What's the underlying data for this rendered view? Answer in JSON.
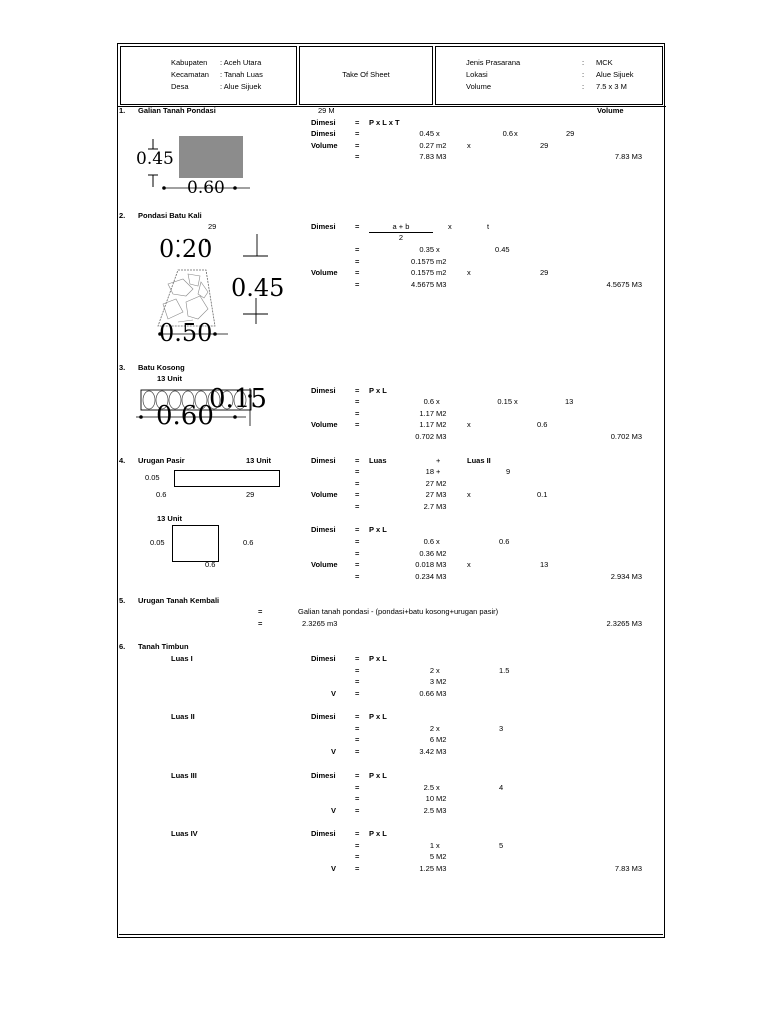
{
  "header": {
    "kabupaten_label": "Kabupaten",
    "kabupaten_value": ": Aceh Utara",
    "kecamatan_label": "Kecamatan",
    "kecamatan_value": ": Tanah Luas",
    "desa_label": "Desa",
    "desa_value": ": Alue Sijuek",
    "title": "Take Of Sheet",
    "jenis_label": "Jenis Prasarana",
    "jenis_sep": ":",
    "jenis_value": "MCK",
    "lokasi_label": "Lokasi",
    "lokasi_sep": ":",
    "lokasi_value": "Alue Sijuek",
    "volume_label": "Volume",
    "volume_sep": ":",
    "volume_value": "7.5 x 3 M"
  },
  "s1": {
    "num": "1.",
    "title": "Galian Tanah Pondasi",
    "length": "29 M",
    "volume_head": "Volume",
    "r1_label": "Dimesi",
    "r1_eq": "=",
    "r1_formula": "P x L x T",
    "r2_label": "Dimesi",
    "r2_eq": "=",
    "r2_a": "0.45",
    "r2_op": "x",
    "r2_b": "0.6",
    "r2_op2": "x",
    "r2_c": "29",
    "r3_label": "Volume",
    "r3_eq": "=",
    "r3_a": "0.27",
    "r3_unit": "m2",
    "r3_op": "x",
    "r3_b": "29",
    "r4_eq": "=",
    "r4_a": "7.83",
    "r4_unit": "M3",
    "total": "7.83 M3",
    "dim_h": "0.45",
    "dim_w": "0.60"
  },
  "s2": {
    "num": "2.",
    "title": "Pondasi Batu Kali",
    "length": "29",
    "r1_label": "Dimesi",
    "r1_eq": "=",
    "r1_num": "a + b",
    "r1_den": "2",
    "r1_op": "x",
    "r1_t": "t",
    "r2_eq": "=",
    "r2_a": "0.35",
    "r2_op": "x",
    "r2_b": "0.45",
    "r3_eq": "=",
    "r3_a": "0.1575",
    "r3_unit": "m2",
    "r4_label": "Volume",
    "r4_eq": "=",
    "r4_a": "0.1575",
    "r4_unit": "m2",
    "r4_op": "x",
    "r4_b": "29",
    "r5_eq": "=",
    "r5_a": "4.5675",
    "r5_unit": "M3",
    "total": "4.5675 M3",
    "dim_top": "0.20",
    "dim_h": "0.45",
    "dim_bot": "0.50"
  },
  "s3": {
    "num": "3.",
    "title": "Batu Kosong",
    "units": "13 Unit",
    "r1_label": "Dimesi",
    "r1_eq": "=",
    "r1_formula": "P x L",
    "r2_eq": "=",
    "r2_a": "0.6",
    "r2_op": "x",
    "r2_b": "0.15",
    "r2_op2": "x",
    "r2_c": "13",
    "r3_eq": "=",
    "r3_a": "1.17",
    "r3_unit": "M2",
    "r4_label": "Volume",
    "r4_eq": "=",
    "r4_a": "1.17",
    "r4_unit": "M2",
    "r4_op": "x",
    "r4_b": "0.6",
    "r5_a": "0.702",
    "r5_unit": "M3",
    "total": "0.702 M3",
    "dim_h": "0.15",
    "dim_w": "0.60"
  },
  "s4": {
    "num": "4.",
    "title": "Urugan Pasir",
    "units": "13 Unit",
    "d1_h": "0.05",
    "d1_w": "0.6",
    "d1_len": "29",
    "r1_label": "Dimesi",
    "r1_eq": "=",
    "r1_a": "Luas",
    "r1_op": "+",
    "r1_b": "Luas II",
    "r2_eq": "=",
    "r2_a": "18",
    "r2_op": "+",
    "r2_b": "9",
    "r3_eq": "=",
    "r3_a": "27",
    "r3_unit": "M2",
    "r4_label": "Volume",
    "r4_eq": "=",
    "r4_a": "27",
    "r4_unit": "M3",
    "r4_op": "x",
    "r4_b": "0.1",
    "r5_eq": "=",
    "r5_a": "2.7",
    "r5_unit": "M3",
    "units2": "13 Unit",
    "d2_h": "0.05",
    "d2_right": "0.6",
    "d2_bot": "0.6",
    "r6_label": "Dimesi",
    "r6_eq": "=",
    "r6_formula": "P x L",
    "r7_eq": "=",
    "r7_a": "0.6",
    "r7_op": "x",
    "r7_b": "0.6",
    "r8_eq": "=",
    "r8_a": "0.36",
    "r8_unit": "M2",
    "r9_label": "Volume",
    "r9_eq": "=",
    "r9_a": "0.018",
    "r9_unit": "M3",
    "r9_op": "x",
    "r9_b": "13",
    "r10_eq": "=",
    "r10_a": "0.234",
    "r10_unit": "M3",
    "total": "2.934 M3"
  },
  "s5": {
    "num": "5.",
    "title": "Urugan Tanah Kembali",
    "eq1": "=",
    "formula": "Galian tanah pondasi - (pondasi+batu kosong+urugan pasir)",
    "eq2": "=",
    "value": "2.3265 m3",
    "total": "2.3265  M3"
  },
  "s6": {
    "num": "6.",
    "title": "Tanah Timbun",
    "blocks": [
      {
        "name": "Luas I",
        "label": "Dimesi",
        "formula": "P x L",
        "a": "2",
        "b": "1.5",
        "c": "3",
        "c_unit": "M2",
        "d": "0.66",
        "d_unit": "M3"
      },
      {
        "name": "Luas II",
        "label": "Dimesi",
        "formula": "P x L",
        "a": "2",
        "b": "3",
        "c": "6",
        "c_unit": "M2",
        "d": "3.42",
        "d_unit": "M3"
      },
      {
        "name": "Luas III",
        "label": "Dimesi",
        "formula": "P x L",
        "a": "2.5",
        "b": "4",
        "c": "10",
        "c_unit": "M2",
        "d": "2.5",
        "d_unit": "M3"
      },
      {
        "name": "Luas IV",
        "label": "Dimesi",
        "formula": "P x L",
        "a": "1",
        "b": "5",
        "c": "5",
        "c_unit": "M2",
        "d": "1.25",
        "d_unit": "M3"
      }
    ],
    "eq": "=",
    "x": "x",
    "v": "V",
    "total": "7.83 M3"
  }
}
